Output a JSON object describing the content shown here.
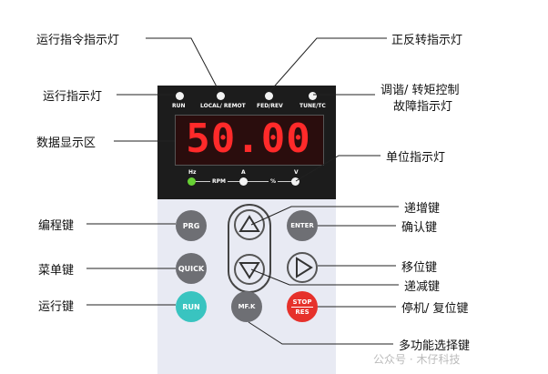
{
  "panel": {
    "indicators": [
      "RUN",
      "LOCAL/ REMOT",
      "FED/REV",
      "TUNE/TC"
    ],
    "display_value": "50.00",
    "units": [
      "Hz",
      "RPM",
      "A",
      "%",
      "V"
    ],
    "buttons": {
      "prg": "PRG",
      "enter": "ENTER",
      "quick": "QUICK",
      "run": "RUN",
      "mfk": "MF.K",
      "stop": "STOP",
      "res": "RES"
    }
  },
  "callouts": {
    "run_cmd": "运行指令指示灯",
    "fwd_rev": "正反转指示灯",
    "running": "运行指示灯",
    "tune_fault_1": "调谐/ 转矩控制",
    "tune_fault_2": "故障指示灯",
    "display_area": "数据显示区",
    "unit_ind": "单位指示灯",
    "increment": "递增键",
    "confirm": "确认键",
    "program": "编程键",
    "menu": "菜单键",
    "shift": "移位键",
    "decrement": "递减键",
    "run_key": "运行键",
    "stop_reset": "停机/ 复位键",
    "multi_func": "多功能选择键"
  },
  "watermark": "公众号 · 木仔科技",
  "colors": {
    "display_red": "#ff2a2a",
    "run_teal": "#39c4c0",
    "stop_red": "#e6312b",
    "unit_green": "#67d134"
  }
}
